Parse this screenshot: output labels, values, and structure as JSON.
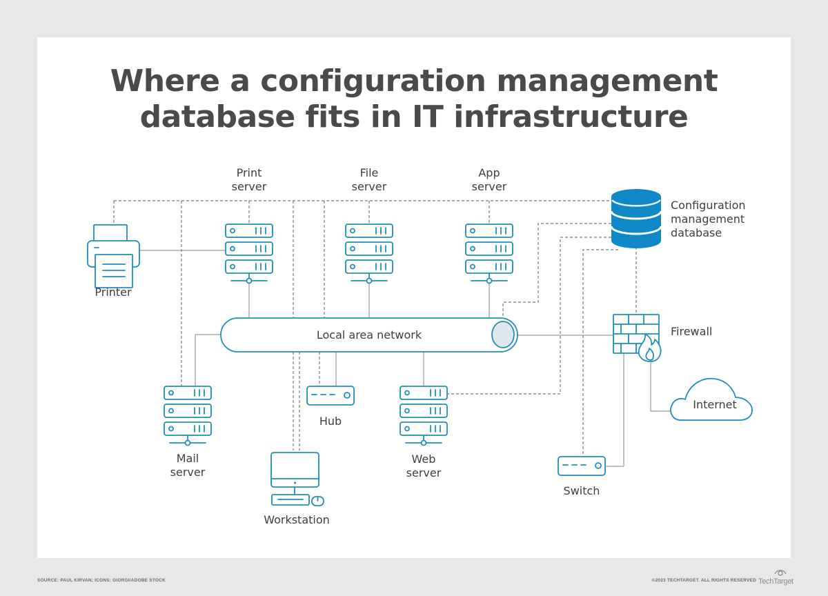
{
  "title": {
    "line1": "Where a configuration management",
    "line2": "database fits in IT infrastructure"
  },
  "nodes": {
    "print_server": [
      "Print",
      "server"
    ],
    "file_server": [
      "File",
      "server"
    ],
    "app_server": [
      "App",
      "server"
    ],
    "cmdb": [
      "Configuration",
      "management",
      "database"
    ],
    "printer": "Printer",
    "lan": "Local area network",
    "firewall": "Firewall",
    "internet": "Internet",
    "mail_server": [
      "Mail",
      "server"
    ],
    "hub": "Hub",
    "web_server": [
      "Web",
      "server"
    ],
    "workstation": "Workstation",
    "switch": "Switch"
  },
  "colors": {
    "icon_stroke": "#1f8fb8",
    "database_fill": "#1088c8",
    "title": "#4a4a4a"
  },
  "footer": {
    "source": "SOURCE: PAUL KIRVAN; ICONS: GIORGI/ADOBE STOCK",
    "copyright": "©2023 TECHTARGET. ALL RIGHTS RESERVED",
    "brand": "TechTarget"
  }
}
